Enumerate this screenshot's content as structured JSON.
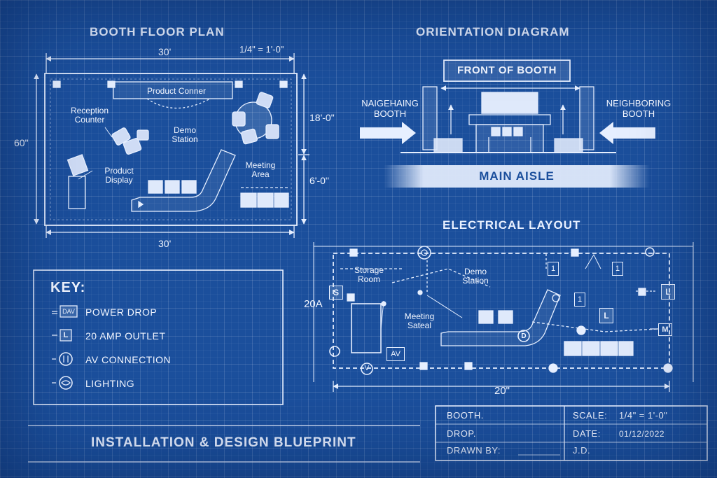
{
  "floor_plan": {
    "title": "BOOTH FLOOR PLAN",
    "scale": "1/4\" = 1'-0\"",
    "dim_top": "30'",
    "dim_bottom": "30'",
    "dim_left": "60\"",
    "dim_right_upper": "18'-0\"",
    "dim_right_lower": "6'-0\"",
    "labels": {
      "product_corner": "Product Conner",
      "reception": "Reception Counter",
      "demo": "Demo Station",
      "product_display": "Product Display",
      "meeting": "Meeting Area"
    }
  },
  "orientation": {
    "title": "ORIENTATION DIAGRAM",
    "front": "FRONT OF BOOTH",
    "left_booth": "NAIGEHAING BOOTH",
    "right_booth": "NEIGHBORING BOOTH",
    "aisle": "MAIN AISLE"
  },
  "electrical": {
    "title": "ELECTRICAL LAYOUT",
    "amp": "20A",
    "width": "20\"",
    "labels": {
      "storage": "Storage Room",
      "demo": "Demo Station",
      "meeting": "Meeting Sateal"
    },
    "markers": {
      "s": "S",
      "l": "L",
      "m": "M",
      "one": "1",
      "av": "AV",
      "v": "V",
      "d": "D"
    }
  },
  "key": {
    "title": "KEY:",
    "items": [
      {
        "icon": "DAV",
        "label": "POWER DROP"
      },
      {
        "icon": "L",
        "label": "20 AMP OUTLET"
      },
      {
        "icon": "",
        "label": "AV CONNECTION"
      },
      {
        "icon": "",
        "label": "LIGHTING"
      }
    ]
  },
  "footer": {
    "title": "INSTALLATION & DESIGN BLUEPRINT"
  },
  "title_block": {
    "booth_label": "BOOTH.",
    "drop_label": "DROP.",
    "drawn_label": "DRAWN BY:",
    "scale_label": "SCALE:",
    "scale_value": "1/4\" = 1'-0\"",
    "date_label": "DATE:",
    "date_value": "01/12/2022",
    "drawn_value": "J.D."
  },
  "colors": {
    "background": "#1b4f9c",
    "line": "#e6efff"
  }
}
